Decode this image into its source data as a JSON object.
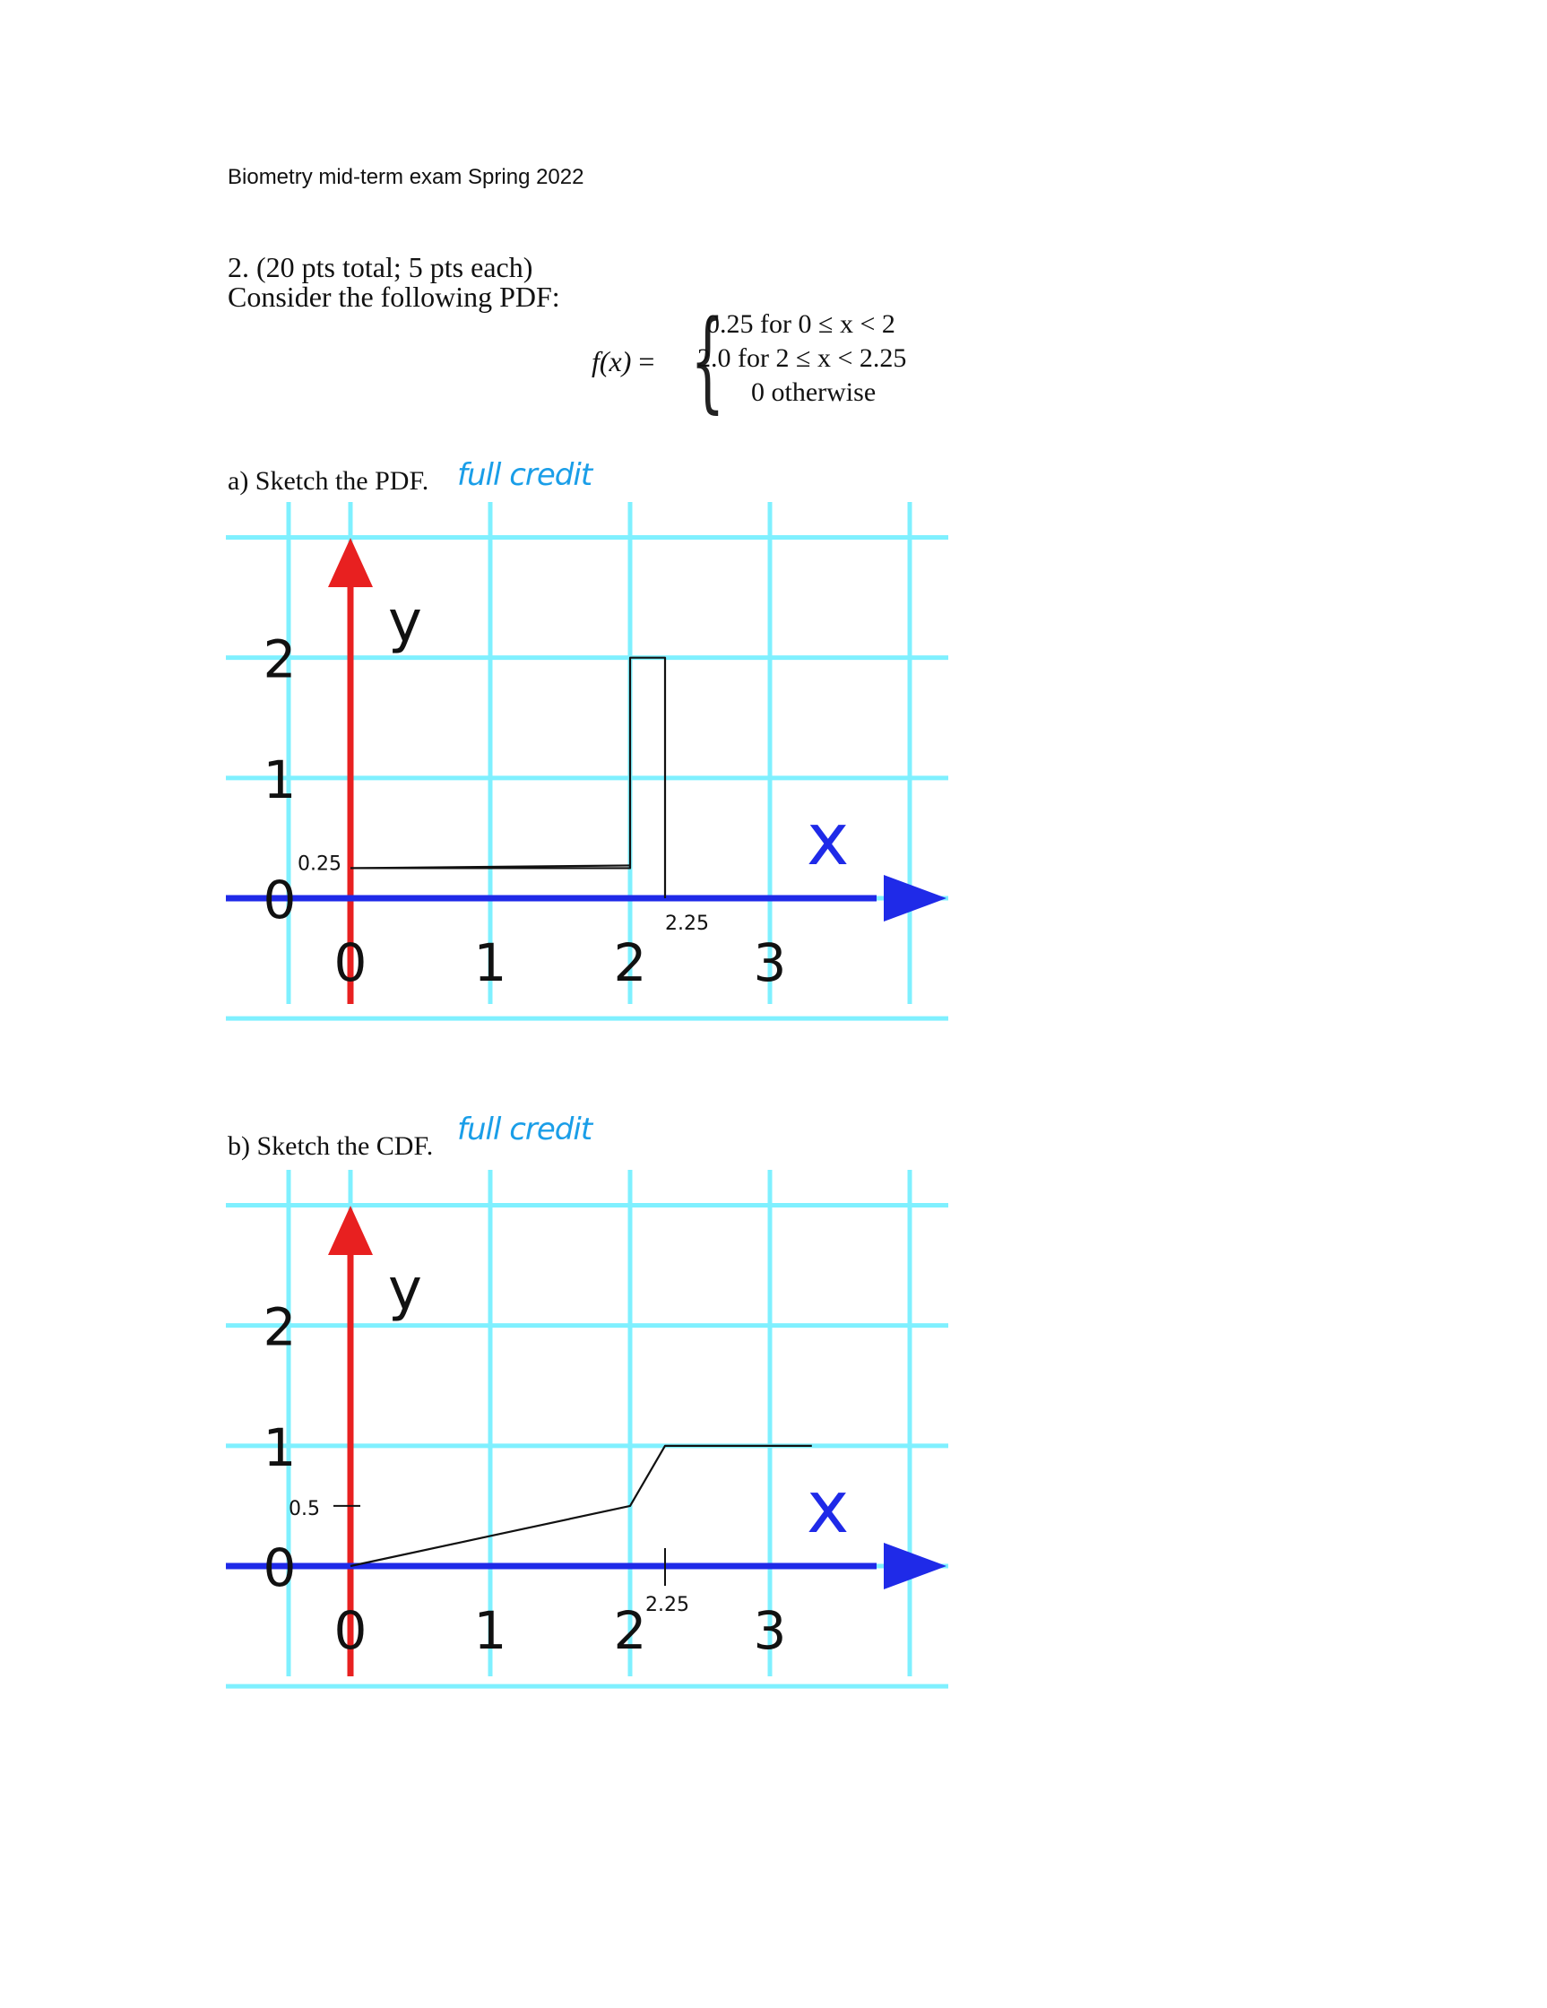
{
  "header": "Biometry mid-term exam Spring 2022",
  "question": {
    "line1": "2. (20 pts total; 5 pts each)",
    "line2": "Consider the following PDF:"
  },
  "formula": {
    "lhs": "f(x)",
    "equals": "=",
    "cases": [
      "0.25 for 0 ≤ x < 2",
      "2.0 for 2 ≤ x < 2.25",
      "0 otherwise"
    ]
  },
  "part_a": {
    "label": "a) Sketch the PDF.",
    "grade": "full credit",
    "y_axis_label": "y",
    "x_axis_label": "x",
    "y_ticks": [
      "2",
      "1",
      "0"
    ],
    "x_ticks": [
      "0",
      "1",
      "2",
      "3"
    ],
    "annotation_y": "0.25",
    "annotation_x": "2.25"
  },
  "part_b": {
    "label": "b) Sketch the CDF.",
    "grade": "full credit",
    "y_axis_label": "y",
    "x_axis_label": "x",
    "y_ticks": [
      "2",
      "1",
      "0"
    ],
    "x_ticks": [
      "0",
      "1",
      "2",
      "3"
    ],
    "annotation_y": "0.5",
    "annotation_x": "2.25"
  },
  "colors": {
    "grid": "#7ff0ff",
    "y_axis": "#e82020",
    "x_axis": "#1f2ae8",
    "handwriting": "#1a9ee8",
    "sketch": "#111111"
  },
  "chart_data": [
    {
      "type": "line",
      "title": "",
      "xlabel": "x",
      "ylabel": "y",
      "xlim": [
        -0.9,
        4.2
      ],
      "ylim": [
        -0.8,
        3.0
      ],
      "grid": true,
      "series": [
        {
          "x": [
            0,
            2,
            2,
            2.25,
            2.25
          ],
          "y": [
            0.25,
            0.25,
            2.0,
            2.0,
            0
          ]
        }
      ]
    },
    {
      "type": "line",
      "title": "",
      "xlabel": "x",
      "ylabel": "y",
      "xlim": [
        -0.9,
        4.2
      ],
      "ylim": [
        -0.8,
        3.0
      ],
      "grid": true,
      "series": [
        {
          "x": [
            0,
            1,
            2,
            2.25,
            3.3
          ],
          "y": [
            0,
            0.25,
            0.5,
            1.0,
            1.0
          ]
        }
      ]
    }
  ]
}
